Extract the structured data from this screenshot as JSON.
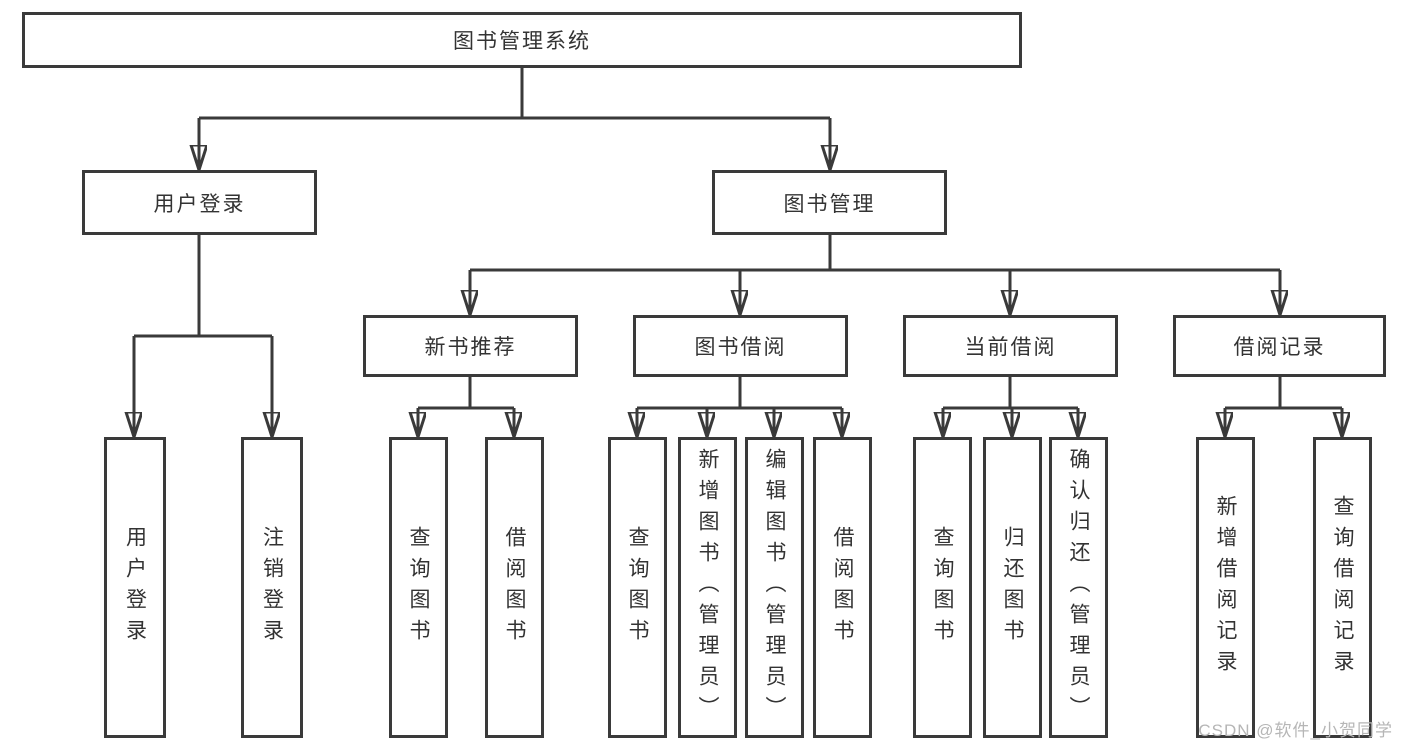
{
  "tree": {
    "root": {
      "label": "图书管理系统"
    },
    "branches": [
      {
        "label": "用户登录",
        "children": [
          "用户登录",
          "注销登录"
        ]
      },
      {
        "label": "图书管理",
        "children": [
          {
            "label": "新书推荐",
            "children": [
              "查询图书",
              "借阅图书"
            ]
          },
          {
            "label": "图书借阅",
            "children": [
              "查询图书",
              "新增图书（管理员）",
              "编辑图书（管理员）",
              "借阅图书"
            ]
          },
          {
            "label": "当前借阅",
            "children": [
              "查询图书",
              "归还图书",
              "确认归还（管理员）"
            ]
          },
          {
            "label": "借阅记录",
            "children": [
              "新增借阅记录",
              "查询借阅记录"
            ]
          }
        ]
      }
    ]
  },
  "colors": {
    "line": "#3a3a3a",
    "text": "#333333",
    "watermark": "#b6b6b6",
    "background": "#ffffff"
  },
  "watermark": "CSDN @软件_小贺同学"
}
